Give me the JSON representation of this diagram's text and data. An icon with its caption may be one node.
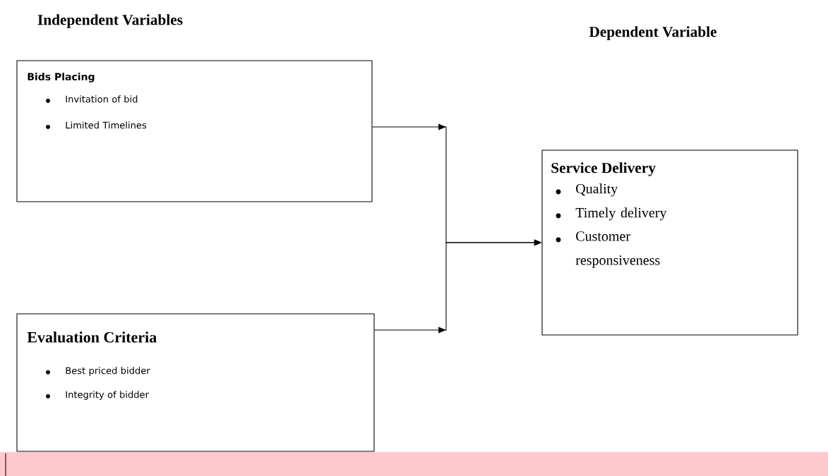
{
  "diagram": {
    "nodes": [
      {
        "text": [
          "Bids Placing",
          "Invitation of bid",
          "Limited Timelines"
        ]
      },
      {
        "text": [
          "Evaluation Criteria",
          "Best priced bidder",
          "Integrity of bidder"
        ]
      },
      {
        "text": [
          "Service Delivery",
          "Quality",
          "Timely delivery",
          "Customer responsiveness"
        ]
      }
    ],
    "edges": [
      {
        "from": 0,
        "to": 2,
        "arrow": "to"
      },
      {
        "from": 1,
        "to": 2,
        "arrow": "to"
      }
    ],
    "labels": [
      "Independent Variables",
      "Dependent Variable"
    ]
  }
}
